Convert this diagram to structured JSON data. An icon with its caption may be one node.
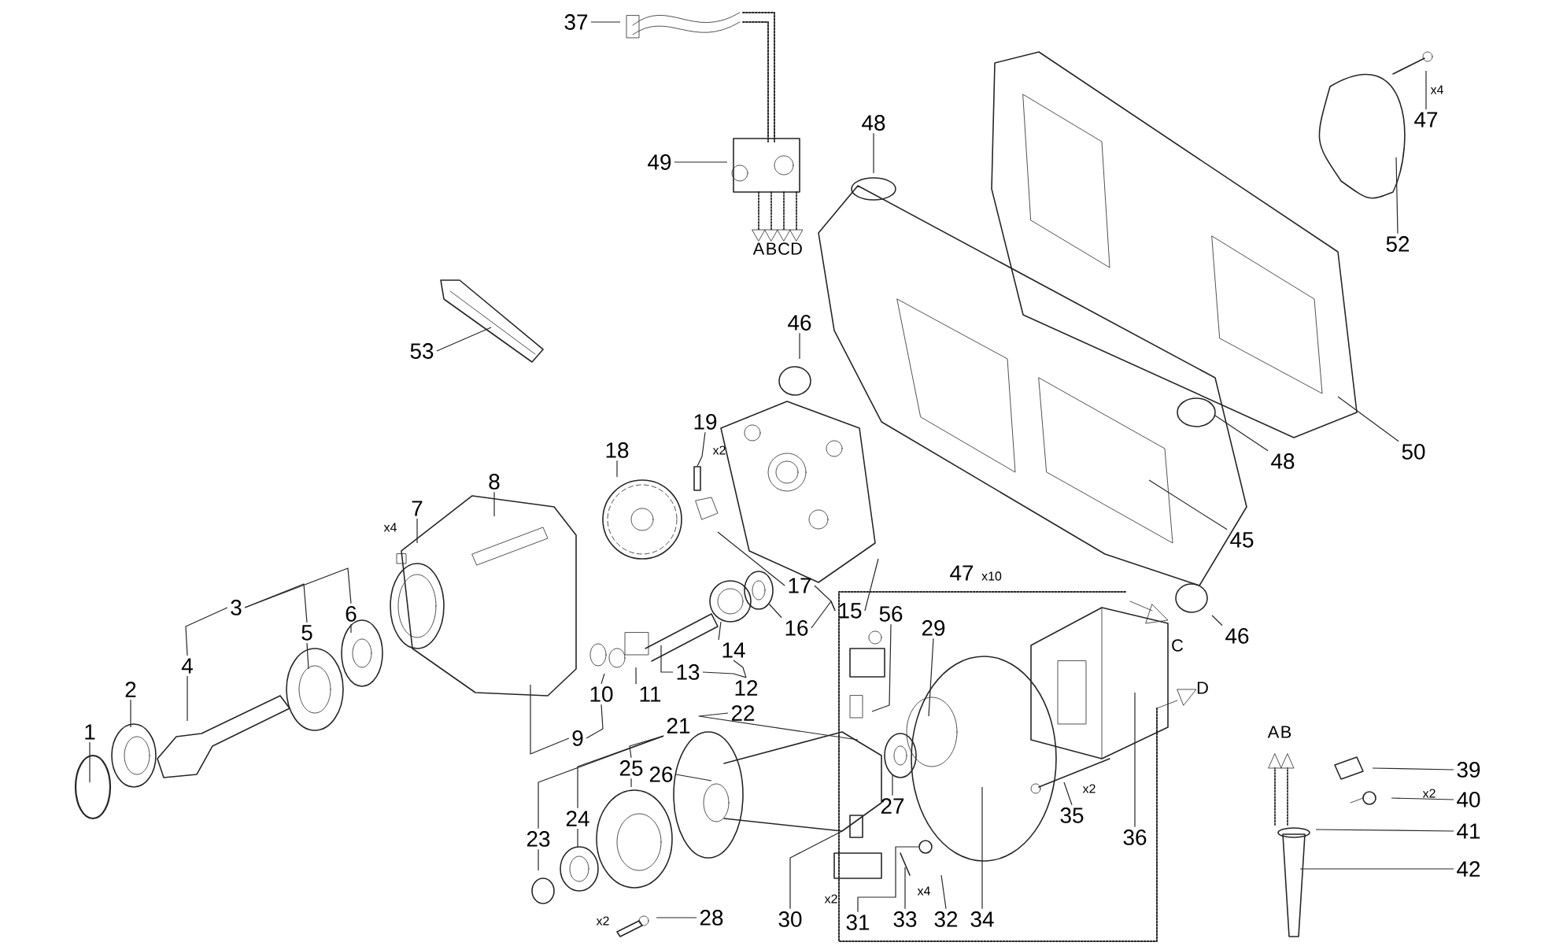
{
  "diagram": {
    "nodes": [
      {
        "text": [
          "1"
        ]
      },
      {
        "text": [
          "2"
        ]
      },
      {
        "text": [
          "3"
        ]
      },
      {
        "text": [
          "4"
        ]
      },
      {
        "text": [
          "5"
        ]
      },
      {
        "text": [
          "6"
        ]
      },
      {
        "text": [
          "7"
        ]
      },
      {
        "text": [
          "8"
        ]
      },
      {
        "text": [
          "9"
        ]
      },
      {
        "text": [
          "10"
        ]
      },
      {
        "text": [
          "11"
        ]
      },
      {
        "text": [
          "12"
        ]
      },
      {
        "text": [
          "13"
        ]
      },
      {
        "text": [
          "14"
        ]
      },
      {
        "text": [
          "15"
        ]
      },
      {
        "text": [
          "16"
        ]
      },
      {
        "text": [
          "17"
        ]
      },
      {
        "text": [
          "18"
        ]
      },
      {
        "text": [
          "19"
        ]
      },
      {
        "text": [
          "21"
        ]
      },
      {
        "text": [
          "22"
        ]
      },
      {
        "text": [
          "23"
        ]
      },
      {
        "text": [
          "24"
        ]
      },
      {
        "text": [
          "25"
        ]
      },
      {
        "text": [
          "26"
        ]
      },
      {
        "text": [
          "27"
        ]
      },
      {
        "text": [
          "28"
        ]
      },
      {
        "text": [
          "29"
        ]
      },
      {
        "text": [
          "30"
        ]
      },
      {
        "text": [
          "31"
        ]
      },
      {
        "text": [
          "32"
        ]
      },
      {
        "text": [
          "33"
        ]
      },
      {
        "text": [
          "34"
        ]
      },
      {
        "text": [
          "35"
        ]
      },
      {
        "text": [
          "36"
        ]
      },
      {
        "text": [
          "37"
        ]
      },
      {
        "text": [
          "39"
        ]
      },
      {
        "text": [
          "40"
        ]
      },
      {
        "text": [
          "41"
        ]
      },
      {
        "text": [
          "42"
        ]
      },
      {
        "text": [
          "45"
        ]
      },
      {
        "text": [
          "46"
        ]
      },
      {
        "text": [
          "46"
        ]
      },
      {
        "text": [
          "47"
        ]
      },
      {
        "text": [
          "48"
        ]
      },
      {
        "text": [
          "48"
        ]
      },
      {
        "text": [
          "49"
        ]
      },
      {
        "text": [
          "50"
        ]
      },
      {
        "text": [
          "52"
        ]
      },
      {
        "text": [
          "53"
        ]
      },
      {
        "text": [
          "56"
        ]
      },
      {
        "text": [],
        "shape": "circle"
      },
      {
        "text": [],
        "shape": "circle"
      },
      {
        "text": [],
        "shape": "bar"
      }
    ],
    "edges": [
      {
        "from": 0,
        "to": null,
        "arrow": "none"
      },
      {
        "from": 1,
        "to": null,
        "arrow": "none"
      },
      {
        "from": 2,
        "to": 3,
        "arrow": "none"
      },
      {
        "from": 2,
        "to": 4,
        "arrow": "none"
      },
      {
        "from": 2,
        "to": 5,
        "arrow": "none"
      },
      {
        "from": 3,
        "to": null,
        "arrow": "none"
      },
      {
        "from": 4,
        "to": null,
        "arrow": "none"
      },
      {
        "from": 5,
        "to": null,
        "arrow": "none"
      },
      {
        "from": 6,
        "to": null,
        "arrow": "none"
      },
      {
        "from": 7,
        "to": null,
        "arrow": "none"
      },
      {
        "from": 8,
        "to": null,
        "arrow": "none"
      },
      {
        "from": 8,
        "to": 9,
        "arrow": "none"
      },
      {
        "from": 9,
        "to": null,
        "arrow": "none"
      },
      {
        "from": 10,
        "to": null,
        "arrow": "none"
      },
      {
        "from": 11,
        "to": 12,
        "arrow": "none"
      },
      {
        "from": 11,
        "to": 13,
        "arrow": "none"
      },
      {
        "from": 12,
        "to": null,
        "arrow": "none"
      },
      {
        "from": 13,
        "to": null,
        "arrow": "none"
      },
      {
        "from": 14,
        "to": 15,
        "arrow": "none"
      },
      {
        "from": 14,
        "to": 16,
        "arrow": "none"
      },
      {
        "from": 14,
        "to": null,
        "arrow": "none"
      },
      {
        "from": 15,
        "to": 52,
        "arrow": "none"
      },
      {
        "from": 16,
        "to": null,
        "arrow": "none"
      },
      {
        "from": 17,
        "to": null,
        "arrow": "none"
      },
      {
        "from": 18,
        "to": 53,
        "arrow": "none"
      },
      {
        "from": 19,
        "to": 21,
        "arrow": "none"
      },
      {
        "from": 19,
        "to": 22,
        "arrow": "none"
      },
      {
        "from": 19,
        "to": 23,
        "arrow": "none"
      },
      {
        "from": 20,
        "to": null,
        "arrow": "none"
      },
      {
        "from": 21,
        "to": null,
        "arrow": "none"
      },
      {
        "from": 22,
        "to": null,
        "arrow": "none"
      },
      {
        "from": 23,
        "to": null,
        "arrow": "none"
      },
      {
        "from": 24,
        "to": null,
        "arrow": "none"
      },
      {
        "from": 25,
        "to": null,
        "arrow": "none"
      },
      {
        "from": 26,
        "to": null,
        "arrow": "none"
      },
      {
        "from": 27,
        "to": null,
        "arrow": "none"
      },
      {
        "from": 28,
        "to": null,
        "arrow": "none"
      },
      {
        "from": 29,
        "to": 51,
        "arrow": "none"
      },
      {
        "from": 30,
        "to": null,
        "arrow": "none"
      },
      {
        "from": 31,
        "to": null,
        "arrow": "none"
      },
      {
        "from": 32,
        "to": null,
        "arrow": "none"
      },
      {
        "from": 33,
        "to": null,
        "arrow": "none"
      },
      {
        "from": 34,
        "to": null,
        "arrow": "none"
      },
      {
        "from": 35,
        "to": null,
        "arrow": "none"
      },
      {
        "from": 36,
        "to": null,
        "arrow": "none"
      },
      {
        "from": 37,
        "to": null,
        "arrow": "none"
      },
      {
        "from": 38,
        "to": null,
        "arrow": "none"
      },
      {
        "from": 39,
        "to": null,
        "arrow": "none"
      },
      {
        "from": 40,
        "to": null,
        "arrow": "none"
      },
      {
        "from": 41,
        "to": null,
        "arrow": "none"
      },
      {
        "from": 42,
        "to": null,
        "arrow": "none"
      },
      {
        "from": 43,
        "to": null,
        "arrow": "none"
      },
      {
        "from": 44,
        "to": null,
        "arrow": "none"
      },
      {
        "from": 45,
        "to": null,
        "arrow": "none"
      },
      {
        "from": 46,
        "to": null,
        "arrow": "none"
      },
      {
        "from": 47,
        "to": null,
        "arrow": "none"
      },
      {
        "from": 48,
        "to": null,
        "arrow": "none"
      },
      {
        "from": 49,
        "to": null,
        "arrow": "none"
      },
      {
        "from": 50,
        "to": null,
        "arrow": "none"
      }
    ],
    "labels": [
      "x4",
      "A",
      "B",
      "C",
      "D",
      "x2",
      "x4",
      "47",
      "x10",
      "C",
      "D",
      "A",
      "B",
      "x2",
      "x2",
      "x4",
      "x2",
      "x2"
    ]
  }
}
